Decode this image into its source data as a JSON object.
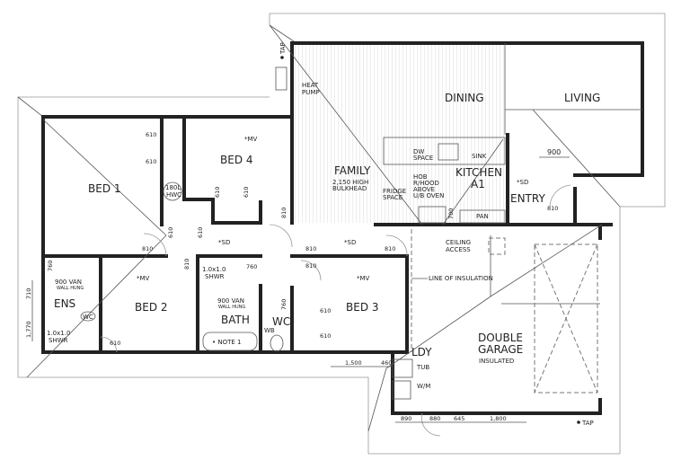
{
  "rooms": {
    "bed1": "BED 1",
    "bed4": "BED 4",
    "family": "FAMILY",
    "dining": "DINING",
    "living": "LIVING",
    "kitchen": "KITCHEN",
    "kitchen_code": "A1",
    "entry": "ENTRY",
    "bed2": "BED 2",
    "bath": "BATH",
    "wc": "WC",
    "bed3": "BED 3",
    "ens": "ENS",
    "ldy": "LDY",
    "garage_1": "DOUBLE",
    "garage_2": "GARAGE",
    "garage_note": "INSULATED"
  },
  "notes": {
    "heat_pump_1": "HEAT",
    "heat_pump_2": "PUMP",
    "tap_top": "TAP",
    "tap_bottom": "TAP",
    "bulkhead_1": "2,150 HIGH",
    "bulkhead_2": "BULKHEAD",
    "fridge_1": "FRIDGE",
    "fridge_2": "SPACE",
    "hob_1": "HOB",
    "hob_2": "R/HOOD",
    "hob_3": "ABOVE",
    "hob_4": "U/B OVEN",
    "dw_1": "DW",
    "dw_2": "SPACE",
    "sink": "SINK",
    "pan": "PAN",
    "hwc_1": "180L",
    "hwc_2": "HWC",
    "mv": "*MV",
    "sd": "*SD",
    "shwr_1": "1.0x1.0",
    "shwr_2": "SHWR",
    "van_1": "900 VAN",
    "van_2": "WALL HUNG",
    "note1": "• NOTE 1",
    "wb": "WB",
    "wc_fixture": "WC",
    "ceiling_1": "CEILING",
    "ceiling_2": "ACCESS",
    "insulation": "LINE OF INSULATION",
    "tub": "TUB",
    "wm": "W/M"
  },
  "dims": {
    "d610": "610",
    "d810": "810",
    "d760": "760",
    "d700": "700",
    "d900": "900",
    "d710": "710",
    "d1770": "1,770",
    "d1500": "1,500",
    "d460": "460",
    "d890": "890",
    "d880": "880",
    "d645": "645",
    "d1800": "1,800"
  },
  "colors": {
    "wall": "#222222",
    "line": "#555555",
    "background": "#ffffff"
  }
}
